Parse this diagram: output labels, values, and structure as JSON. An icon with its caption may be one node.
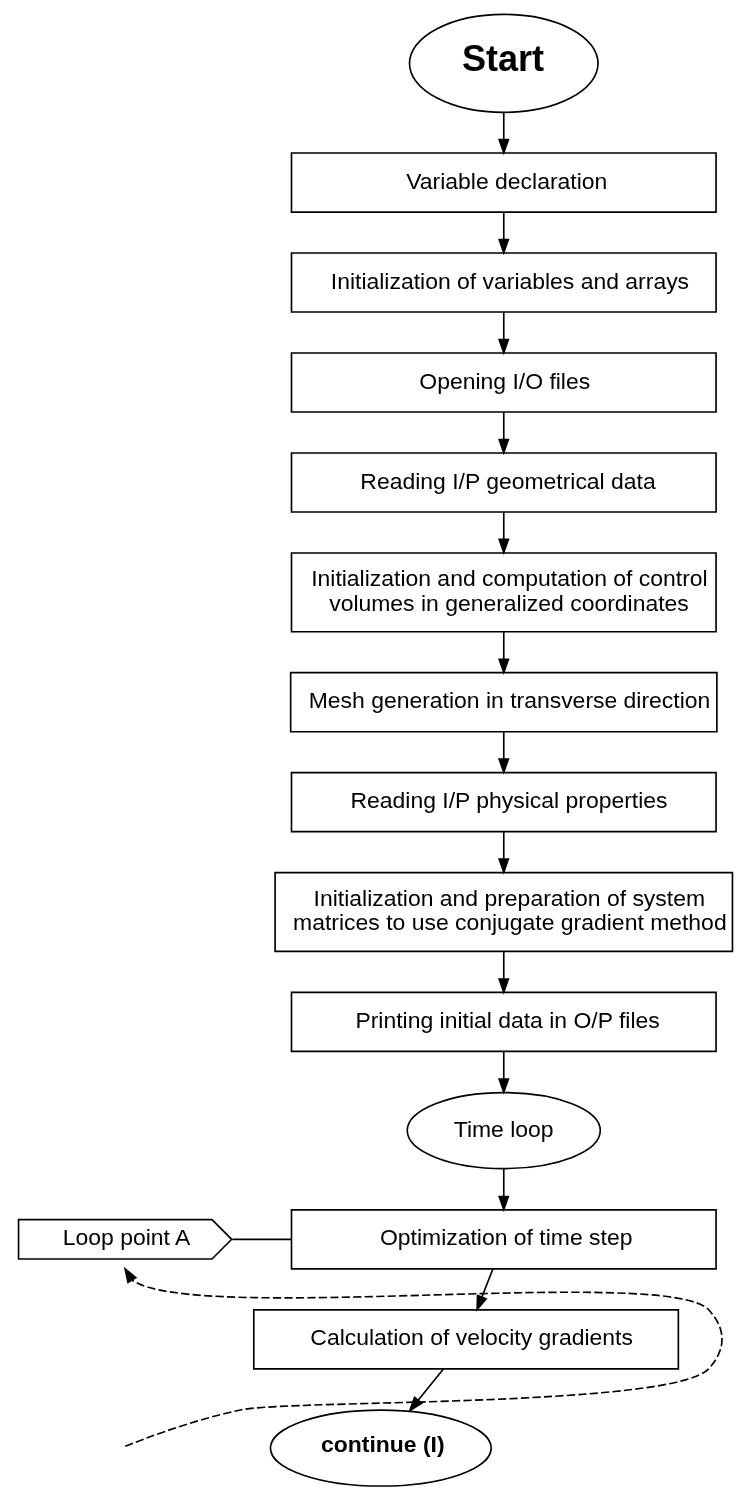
{
  "diagram": {
    "nodes": [
      {
        "text": [
          "Start"
        ]
      },
      {
        "text": [
          "Variable declaration"
        ]
      },
      {
        "text": [
          "Initialization of variables and arrays"
        ]
      },
      {
        "text": [
          "Opening I/O files"
        ]
      },
      {
        "text": [
          "Reading I/P geometrical data"
        ]
      },
      {
        "text": [
          "Initialization and computation of control volumes in generalized coordinates"
        ]
      },
      {
        "text": [
          "Mesh generation in transverse direction"
        ]
      },
      {
        "text": [
          "Reading I/P physical properties"
        ]
      },
      {
        "text": [
          "Initialization and preparation of system matrices to use conjugate gradient method"
        ]
      },
      {
        "text": [
          "Printing initial data in O/P files"
        ]
      },
      {
        "text": [
          "Time loop"
        ]
      },
      {
        "text": [
          "Loop point A"
        ]
      },
      {
        "text": [
          "Optimization of time step"
        ]
      },
      {
        "text": [
          "Calculation of velocity gradients"
        ]
      },
      {
        "text": [
          "continue (I)"
        ]
      }
    ],
    "edges": [
      {
        "from": 0,
        "to": 1,
        "arrow": "to"
      },
      {
        "from": 1,
        "to": 2,
        "arrow": "to"
      },
      {
        "from": 2,
        "to": 3,
        "arrow": "to"
      },
      {
        "from": 3,
        "to": 4,
        "arrow": "to"
      },
      {
        "from": 4,
        "to": 5,
        "arrow": "to"
      },
      {
        "from": 5,
        "to": 6,
        "arrow": "to"
      },
      {
        "from": 6,
        "to": 7,
        "arrow": "to"
      },
      {
        "from": 7,
        "to": 8,
        "arrow": "to"
      },
      {
        "from": 8,
        "to": 9,
        "arrow": "to"
      },
      {
        "from": 9,
        "to": 10,
        "arrow": "to"
      },
      {
        "from": 10,
        "to": 12,
        "arrow": "to"
      },
      {
        "from": 11,
        "to": 12,
        "arrow": "none"
      },
      {
        "from": 12,
        "to": 13,
        "arrow": "to"
      },
      {
        "from": 13,
        "to": 14,
        "arrow": "to"
      },
      {
        "from": null,
        "to": 11,
        "arrow": "to",
        "style": "dashed"
      }
    ]
  }
}
